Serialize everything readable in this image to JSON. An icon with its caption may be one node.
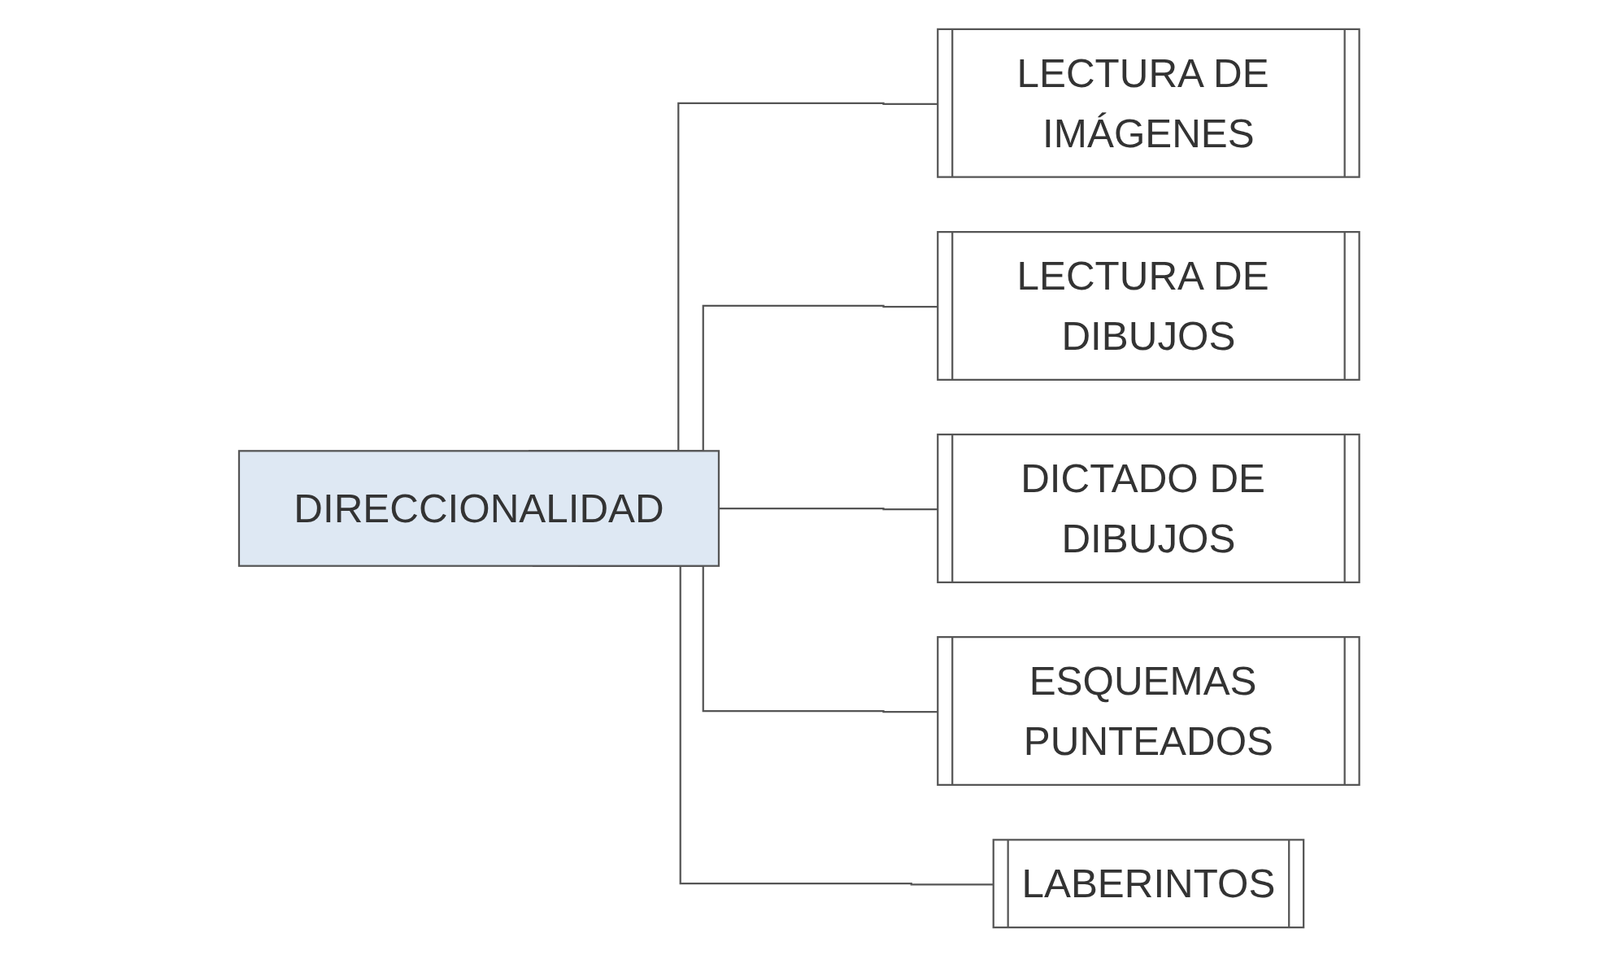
{
  "diagram": {
    "nodes": [
      {
        "text": [
          "DIRECCIONALIDAD"
        ]
      },
      {
        "text": [
          "LECTURA DE IMÁGENES"
        ]
      },
      {
        "text": [
          "LECTURA DE DIBUJOS"
        ]
      },
      {
        "text": [
          "DICTADO DE DIBUJOS"
        ]
      },
      {
        "text": [
          "ESQUEMAS PUNTEADOS"
        ]
      },
      {
        "text": [
          "LABERINTOS"
        ]
      }
    ],
    "edges": [
      {
        "from": 0,
        "to": 1,
        "arrow": "none"
      },
      {
        "from": 0,
        "to": 2,
        "arrow": "none"
      },
      {
        "from": 0,
        "to": 3,
        "arrow": "none"
      },
      {
        "from": 0,
        "to": 4,
        "arrow": "none"
      },
      {
        "from": 0,
        "to": 5,
        "arrow": "none"
      }
    ]
  }
}
